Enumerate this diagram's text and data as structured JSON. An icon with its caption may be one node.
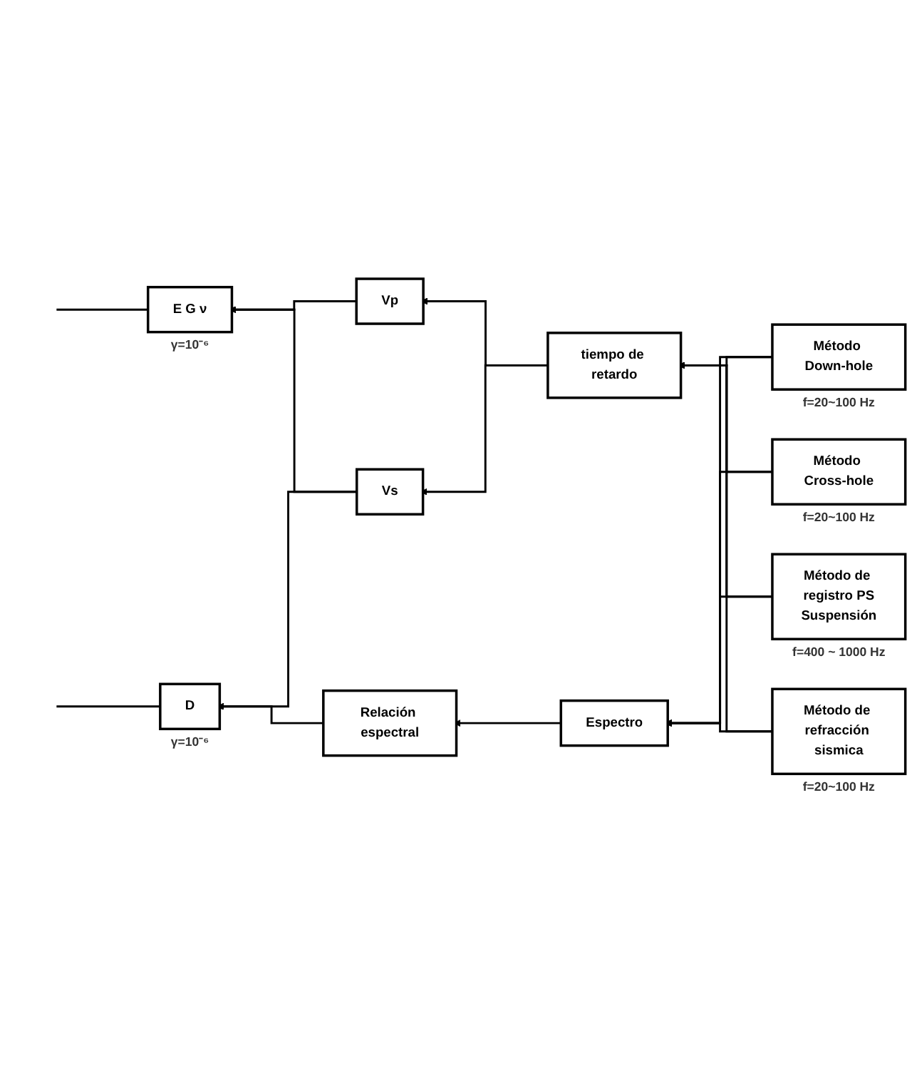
{
  "diagram": {
    "nodes": [
      {
        "text": [
          "E G ν"
        ],
        "beside": [
          "γ=10⁻⁶"
        ]
      },
      {
        "text": [
          "D"
        ],
        "beside": [
          "γ=10⁻⁶"
        ]
      },
      {
        "text": [
          "Vp"
        ]
      },
      {
        "text": [
          "Vs"
        ]
      },
      {
        "text": [
          "Relación espectral"
        ]
      },
      {
        "text": [
          "tiempo de retardo"
        ]
      },
      {
        "text": [
          "Espectro"
        ]
      },
      {
        "text": [
          "Método Down-hole"
        ],
        "beside": [
          "f=20~100 Hz"
        ]
      },
      {
        "text": [
          "Método Cross-hole"
        ],
        "beside": [
          "f=20~100 Hz"
        ]
      },
      {
        "text": [
          "Método de registro PS",
          "Suspensión"
        ],
        "beside": [
          "f=400 ~ 1000 Hz"
        ]
      },
      {
        "text": [
          "Método de refracción sismica"
        ],
        "beside": [
          "f=20~100 Hz"
        ]
      }
    ],
    "edges": [
      {
        "from": null,
        "to": 0,
        "arrow": "none"
      },
      {
        "from": null,
        "to": 1,
        "arrow": "none"
      },
      {
        "from": 2,
        "to": 0,
        "arrow": "to"
      },
      {
        "from": 3,
        "to": 0,
        "arrow": "to"
      },
      {
        "from": 3,
        "to": 1,
        "arrow": "to"
      },
      {
        "from": 4,
        "to": 1,
        "arrow": "to"
      },
      {
        "from": 5,
        "to": 2,
        "arrow": "to"
      },
      {
        "from": 5,
        "to": 3,
        "arrow": "to"
      },
      {
        "from": 6,
        "to": 4,
        "arrow": "to"
      },
      {
        "from": 7,
        "to": 5,
        "arrow": "to"
      },
      {
        "from": 8,
        "to": 5,
        "arrow": "to"
      },
      {
        "from": 9,
        "to": 5,
        "arrow": "to"
      },
      {
        "from": 10,
        "to": 5,
        "arrow": "to"
      },
      {
        "from": 7,
        "to": 6,
        "arrow": "to"
      },
      {
        "from": 8,
        "to": 6,
        "arrow": "to"
      },
      {
        "from": 9,
        "to": 6,
        "arrow": "to"
      },
      {
        "from": 10,
        "to": 6,
        "arrow": "to"
      }
    ]
  }
}
